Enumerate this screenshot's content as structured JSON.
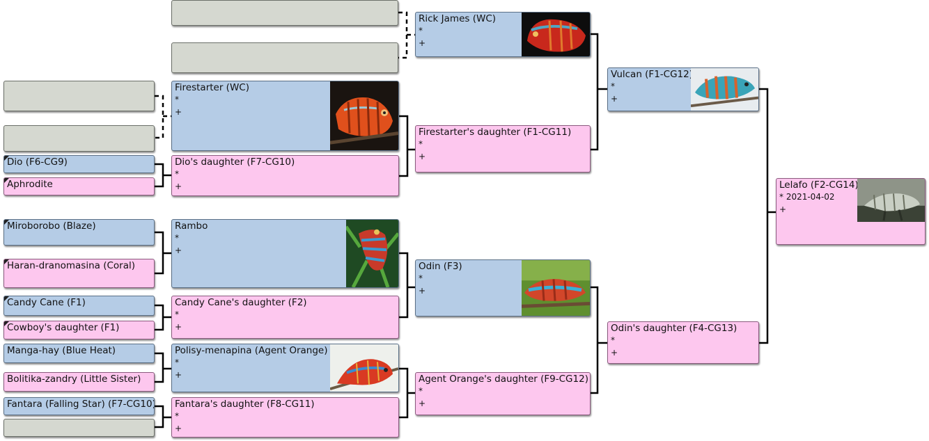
{
  "people": {
    "rick_james": {
      "name": "Rick James (WC)",
      "born": "*",
      "died": "+"
    },
    "firestarter": {
      "name": "Firestarter (WC)",
      "born": "*",
      "died": "+"
    },
    "dio": {
      "name": "Dio (F6-CG9)"
    },
    "aphrodite": {
      "name": "Aphrodite"
    },
    "dios_daughter": {
      "name": "Dio's daughter (F7-CG10)",
      "born": "*",
      "died": "+"
    },
    "firestarters_daughter": {
      "name": "Firestarter's daughter (F1-CG11)",
      "born": "*",
      "died": "+"
    },
    "vulcan": {
      "name": "Vulcan (F1-CG12)",
      "born": "*",
      "died": "+"
    },
    "lelafo": {
      "name": "Lelafo (F2-CG14)",
      "born": "* 2021-04-02",
      "died": "+"
    },
    "miroborobo": {
      "name": "Miroborobo (Blaze)"
    },
    "haran": {
      "name": "Haran-dranomasina (Coral)"
    },
    "rambo": {
      "name": "Rambo",
      "born": "*",
      "died": "+"
    },
    "candy_cane": {
      "name": "Candy Cane (F1)"
    },
    "cowboys_daughter": {
      "name": "Cowboy's daughter (F1)"
    },
    "candy_canes_daughter": {
      "name": "Candy Cane's daughter (F2)",
      "born": "*",
      "died": "+"
    },
    "odin": {
      "name": "Odin (F3)",
      "born": "*",
      "died": "+"
    },
    "manga_hay": {
      "name": "Manga-hay (Blue Heat)"
    },
    "bolitika": {
      "name": "Bolitika-zandry (Little Sister)"
    },
    "polisy": {
      "name": "Polisy-menapina (Agent Orange)",
      "born": "*",
      "died": "+"
    },
    "fantara": {
      "name": "Fantara (Falling Star) (F7-CG10)"
    },
    "fantaras_daughter": {
      "name": "Fantara's daughter (F8-CG11)",
      "born": "*",
      "died": "+"
    },
    "agent_orange_daughter": {
      "name": "Agent Orange's daughter (F9-CG12)",
      "born": "*",
      "died": "+"
    },
    "odins_daughter": {
      "name": "Odin's daughter (F4-CG13)",
      "born": "*",
      "died": "+"
    }
  },
  "colors": {
    "male": "#b5cce6",
    "female": "#fdc7ee",
    "unknown": "#d5d8d0",
    "line": "#000000"
  }
}
